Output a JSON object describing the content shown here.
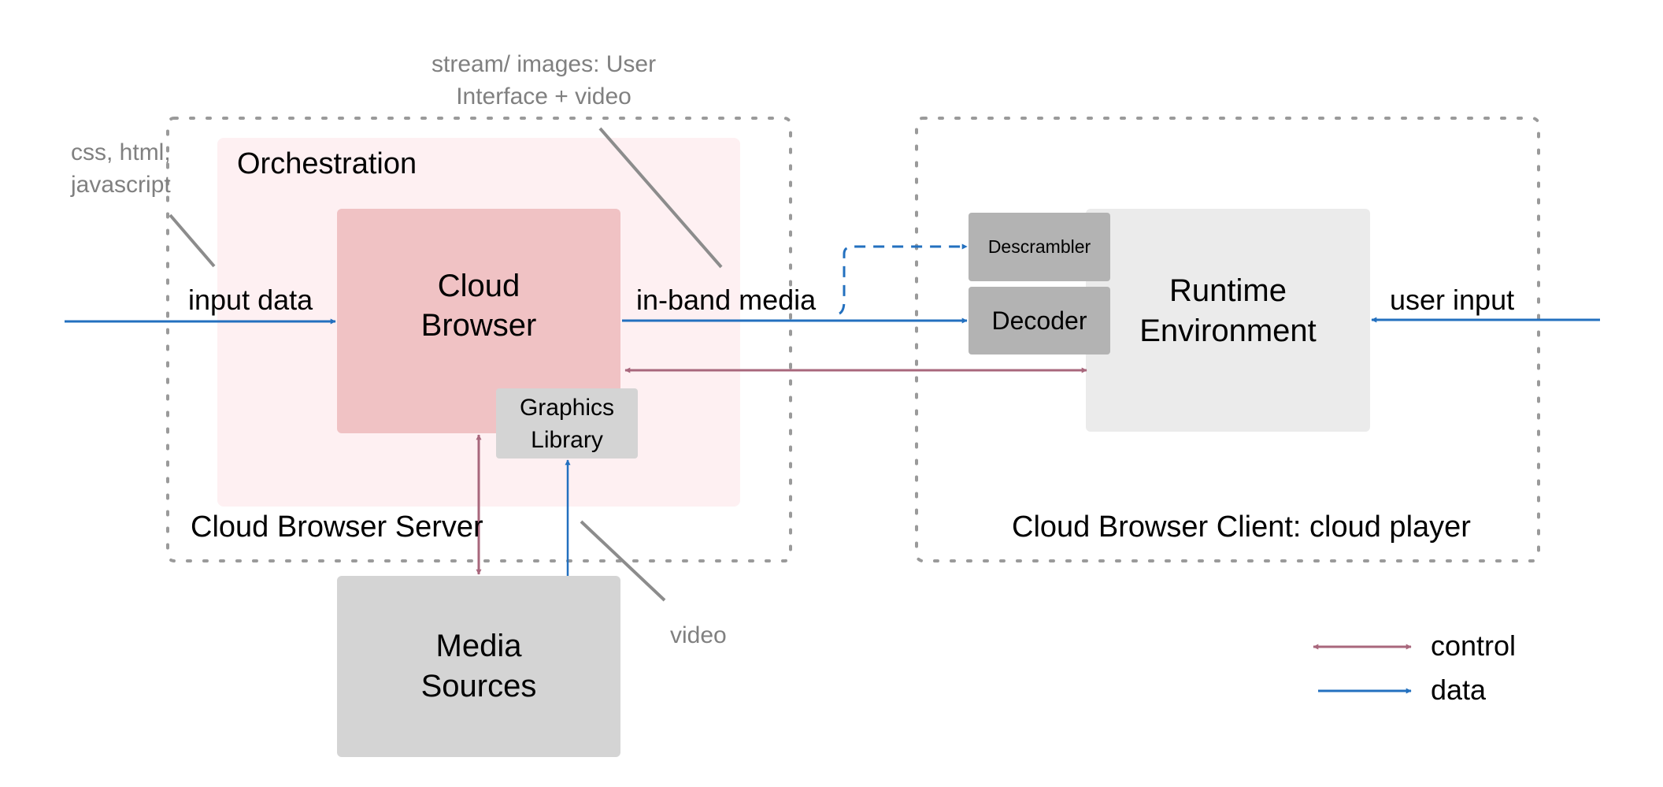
{
  "title": "Cloud Browser architecture",
  "colors": {
    "data_arrow": "#2370bf",
    "control_arrow": "#a8677c",
    "dotted_border": "#9a9a9a",
    "orchestration_bg": "#fef0f2",
    "cloud_browser_bg": "#f0c2c4",
    "gray_block": "#d4d4d4",
    "decoder_bg": "#b3b3b3",
    "runtime_bg": "#ebebeb",
    "annotation_text": "#808080"
  },
  "server": {
    "label": "Cloud Browser Server",
    "orchestration_label": "Orchestration",
    "cloud_browser": {
      "line1": "Cloud",
      "line2": "Browser"
    },
    "graphics_library": {
      "line1": "Graphics",
      "line2": "Library"
    }
  },
  "media_sources": {
    "line1": "Media",
    "line2": "Sources"
  },
  "client": {
    "label": "Cloud Browser Client: cloud player",
    "descrambler": "Descrambler",
    "decoder": "Decoder",
    "runtime": {
      "line1": "Runtime",
      "line2": "Environment"
    }
  },
  "flow_labels": {
    "input_data": "input data",
    "in_band_media": "in-band media",
    "user_input": "user input"
  },
  "annotations": {
    "css_html_js": {
      "line1": "css, html,",
      "line2": "javascript"
    },
    "stream_images": {
      "line1": "stream/ images: User",
      "line2": "Interface + video"
    },
    "video": "video"
  },
  "legend": [
    {
      "label": "control",
      "type": "control"
    },
    {
      "label": "data",
      "type": "data"
    }
  ]
}
